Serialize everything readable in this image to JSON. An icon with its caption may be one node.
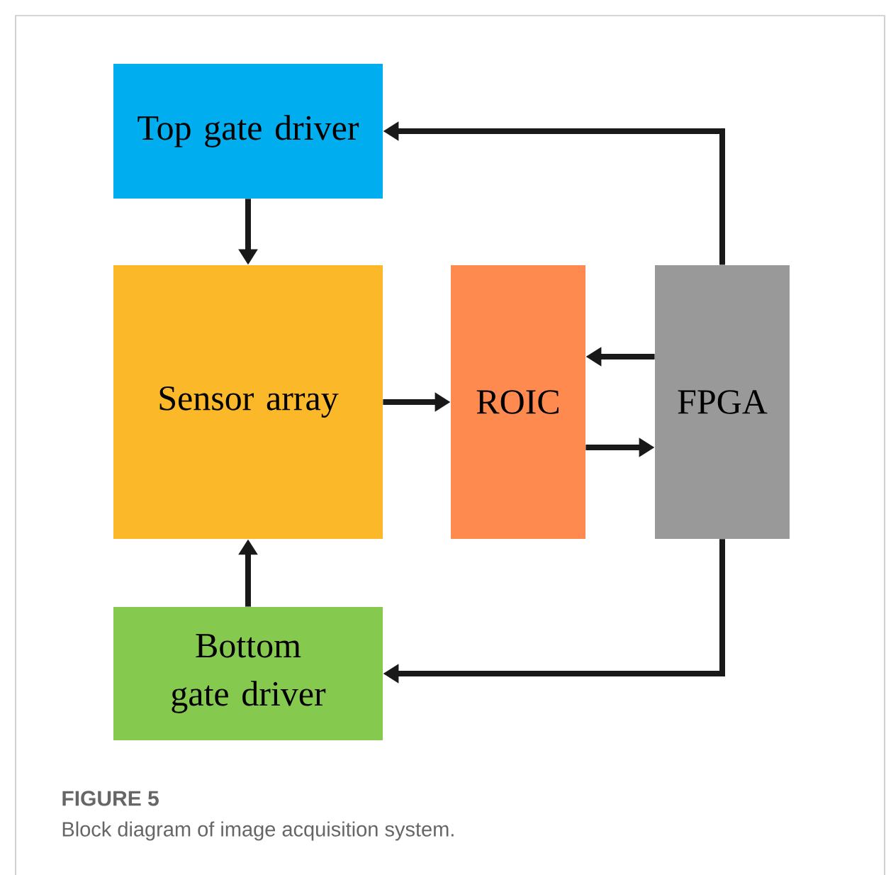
{
  "diagram": {
    "caption": "Block diagram of image acquisition system.",
    "nodes": [
      {
        "text": [
          "Top gate driver"
        ]
      },
      {
        "text": [
          "Sensor array"
        ]
      },
      {
        "text": [
          "ROIC"
        ]
      },
      {
        "text": [
          "FPGA"
        ]
      },
      {
        "text": [
          "Bottom gate driver"
        ]
      }
    ],
    "edges": [
      {
        "from": 3,
        "to": 0,
        "arrow": "to"
      },
      {
        "from": 0,
        "to": 1,
        "arrow": "to"
      },
      {
        "from": 1,
        "to": 2,
        "arrow": "to"
      },
      {
        "from": 3,
        "to": 2,
        "arrow": "to"
      },
      {
        "from": 2,
        "to": 3,
        "arrow": "to"
      },
      {
        "from": 3,
        "to": 4,
        "arrow": "to"
      },
      {
        "from": 4,
        "to": 1,
        "arrow": "to"
      }
    ],
    "labels": [
      "FIGURE 5"
    ]
  }
}
